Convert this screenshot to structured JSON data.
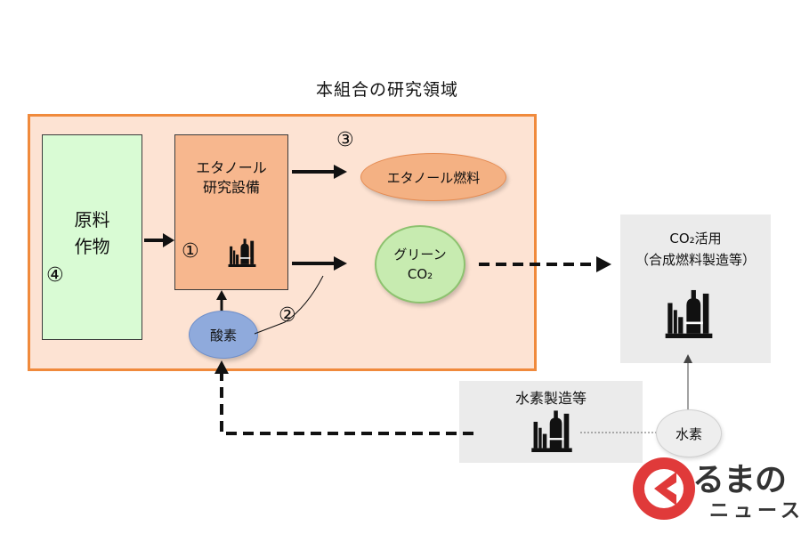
{
  "region": {
    "label": "本組合の研究領域"
  },
  "raw_material": {
    "label": "原料\n作物",
    "number": "④"
  },
  "ethanol_facility": {
    "label": "エタノール\n研究設備",
    "number": "①"
  },
  "ethanol_fuel": {
    "label": "エタノール燃料",
    "number": "③"
  },
  "green_co2": {
    "line1": "グリーン",
    "line2": "CO₂"
  },
  "oxygen": {
    "label": "酸素",
    "number": "②"
  },
  "co2_usage": {
    "label": "CO₂活用\n（合成燃料製造等）"
  },
  "hydrogen_production": {
    "label": "水素製造等"
  },
  "hydrogen": {
    "label": "水素"
  },
  "logo": {
    "text": "るまの",
    "sub": "ニュース"
  },
  "colors": {
    "region_border": "#f08a3c",
    "region_fill": "#fde3d3",
    "raw_fill": "#d9fbd4",
    "facility_fill": "#f7b78e",
    "fuel_fill": "#f4b183",
    "green_fill": "#c7ebb0",
    "oxygen_fill": "#8faadc",
    "gray_box": "#ebebeb",
    "logo_red": "#e03a3a"
  }
}
